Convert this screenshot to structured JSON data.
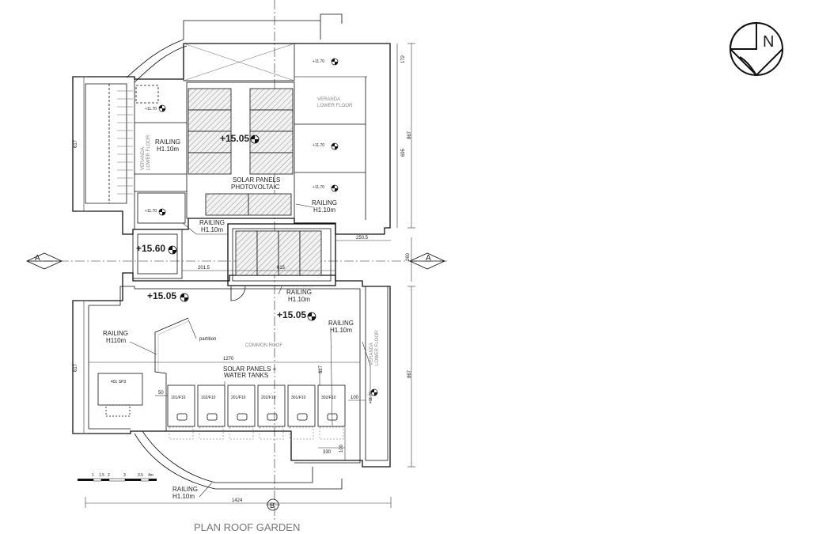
{
  "title": "PLAN ROOF GARDEN",
  "compass_letter": "N",
  "levels": [
    "+15.05",
    "+15.60",
    "+15.05",
    "+15.05",
    "+11.70",
    "+11.70",
    "+11.70",
    "+11.70",
    "+11.70",
    "+11.70"
  ],
  "labels": {
    "solar_top": [
      "SOLAR PANELS",
      "PHOTOVOLTAIC"
    ],
    "solar_bottom": [
      "SOLAR PANELS +",
      "WATER TANKS"
    ],
    "veranda": [
      "VERANDA",
      "LOWER FLOOR"
    ],
    "common_roof": "COMMON ROOF",
    "partition": "partition",
    "railings": [
      [
        "RAILING",
        "H1.10m"
      ],
      [
        "RAILING",
        "H1.10m"
      ],
      [
        "RAILING",
        "H1.10m"
      ],
      [
        "RAILING",
        "H1.10m"
      ],
      [
        "RAILING",
        "H1.10m"
      ],
      [
        "RAILING",
        "H110m"
      ],
      [
        "RAILING",
        "H1.10m"
      ]
    ]
  },
  "dimensions": [
    "172",
    "867",
    "695",
    "617",
    "250.5",
    "260",
    "201.5",
    "615",
    "1270",
    "617",
    "827",
    "867",
    "50",
    "100",
    "330",
    "100",
    "1424"
  ],
  "tanks": [
    "401 SP3",
    "101/F10",
    "102/F10",
    "201/F10",
    "202/F10",
    "301/F10",
    "302/F10"
  ],
  "section_marks": [
    "A",
    "A",
    "B"
  ],
  "scale_ticks": [
    "1",
    "1.5",
    "2",
    "3",
    "3.5",
    "4m"
  ]
}
